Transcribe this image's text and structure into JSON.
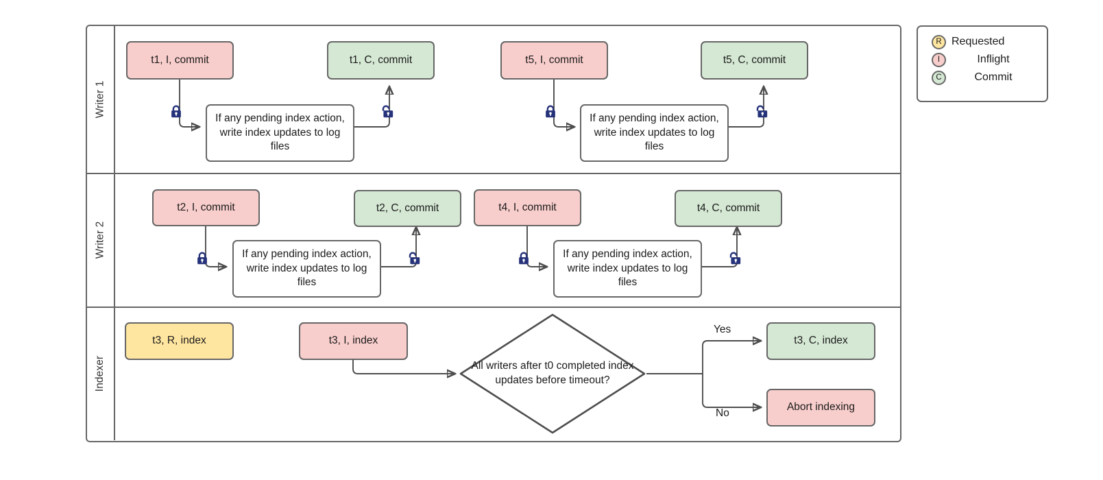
{
  "diagram": {
    "title": "Writer / Indexer transaction swimlane flow",
    "colors": {
      "inflight": "#f8cecc",
      "commit": "#d5e8d4",
      "requested": "#ffe6a0",
      "border": "#666666",
      "connector": "#4d4d4d",
      "lock": "#26337a"
    }
  },
  "lanes": [
    {
      "id": "writer1",
      "label": "Writer 1"
    },
    {
      "id": "writer2",
      "label": "Writer 2"
    },
    {
      "id": "indexer",
      "label": "Indexer"
    }
  ],
  "shared": {
    "index_action_text": "If any pending index action, write index updates to log files",
    "lock_closed_icon": "lock-closed-icon",
    "lock_open_icon": "lock-open-icon"
  },
  "writer1": {
    "nodes": [
      {
        "id": "t1-inflight",
        "label": "t1, I, commit",
        "state": "inflight"
      },
      {
        "id": "t1-index-action",
        "label": "If any pending index action, write index updates to log files",
        "state": "plain"
      },
      {
        "id": "t1-commit",
        "label": "t1, C, commit",
        "state": "commit"
      },
      {
        "id": "t5-inflight",
        "label": "t5, I, commit",
        "state": "inflight"
      },
      {
        "id": "t5-index-action",
        "label": "If any pending index action, write index updates to log files",
        "state": "plain"
      },
      {
        "id": "t5-commit",
        "label": "t5, C, commit",
        "state": "commit"
      }
    ]
  },
  "writer2": {
    "nodes": [
      {
        "id": "t2-inflight",
        "label": "t2, I, commit",
        "state": "inflight"
      },
      {
        "id": "t2-index-action",
        "label": "If any pending index action, write index updates to log files",
        "state": "plain"
      },
      {
        "id": "t2-commit",
        "label": "t2, C, commit",
        "state": "commit"
      },
      {
        "id": "t4-inflight",
        "label": "t4, I, commit",
        "state": "inflight"
      },
      {
        "id": "t4-index-action",
        "label": "If any pending index action, write index updates to log files",
        "state": "plain"
      },
      {
        "id": "t4-commit",
        "label": "t4, C, commit",
        "state": "commit"
      }
    ]
  },
  "indexer": {
    "nodes": [
      {
        "id": "t3-requested",
        "label": "t3, R, index",
        "state": "requested"
      },
      {
        "id": "t3-inflight",
        "label": "t3, I, index",
        "state": "inflight"
      },
      {
        "id": "t3-commit",
        "label": "t3, C, index",
        "state": "commit"
      },
      {
        "id": "abort-indexing",
        "label": "Abort indexing",
        "state": "inflight"
      }
    ],
    "decision": {
      "id": "timeout-decision",
      "label": "All writers after t0 completed index updates before timeout?"
    },
    "branches": [
      {
        "id": "yes",
        "label": "Yes"
      },
      {
        "id": "no",
        "label": "No"
      }
    ]
  },
  "legend": {
    "items": [
      {
        "code": "R",
        "label": "Requested",
        "state": "requested"
      },
      {
        "code": "I",
        "label": "Inflight",
        "state": "inflight"
      },
      {
        "code": "C",
        "label": "Commit",
        "state": "commit"
      }
    ]
  }
}
